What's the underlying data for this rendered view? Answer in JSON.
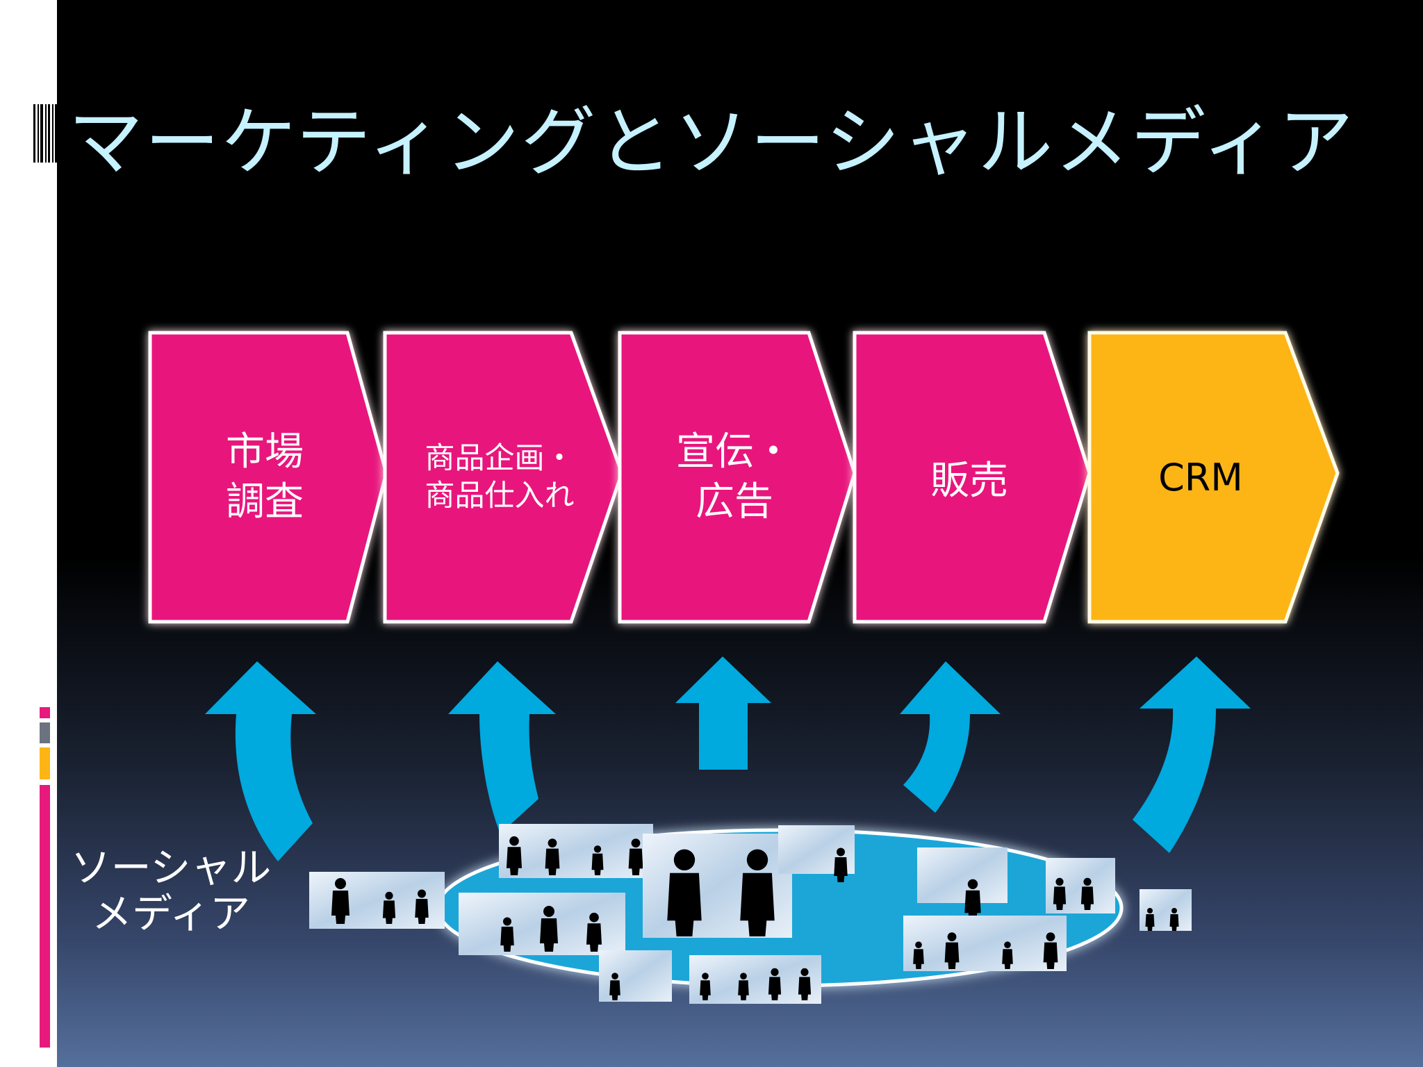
{
  "slide": {
    "title": "マーケティングとソーシャルメディア",
    "stages": [
      {
        "label": "市場\n調査",
        "color": "#e8197c"
      },
      {
        "label": "商品企画・\n商品仕入れ",
        "color": "#e8197c"
      },
      {
        "label": "宣伝・\n広告",
        "color": "#e8197c"
      },
      {
        "label": "販売",
        "color": "#e8197c"
      },
      {
        "label": "CRM",
        "color": "#fdb515"
      }
    ],
    "social_media_label": "ソーシャル\nメディア",
    "colors": {
      "title": "#c6f1ff",
      "arrow": "#00a9de",
      "ellipse": "#1aa6d8",
      "accent_pink": "#e8197c",
      "accent_gray": "#6b7280",
      "accent_gold": "#fdb515"
    }
  }
}
